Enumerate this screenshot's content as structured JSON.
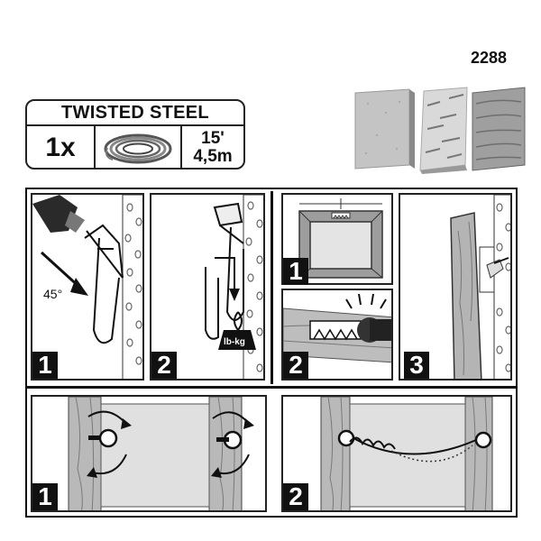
{
  "product_code": "2288",
  "spec": {
    "title": "TWISTED STEEL",
    "quantity": "1x",
    "length_imperial": "15'",
    "length_metric": "4,5m"
  },
  "top_steps": [
    {
      "number": "1",
      "angle_label": "45°",
      "weight_label": ""
    },
    {
      "number": "2",
      "angle_label": "",
      "weight_label": "lb-kg"
    },
    {
      "number": "1"
    },
    {
      "number": "2"
    },
    {
      "number": "3"
    }
  ],
  "bottom_steps": [
    {
      "number": "1"
    },
    {
      "number": "2"
    }
  ],
  "colors": {
    "ink": "#111111",
    "board_gray": "#c6c6c6",
    "wood": "#b9b9b9",
    "canvas": "#e0e0e0"
  },
  "icons": [
    "wire-coil-icon",
    "plaster-sample-icon",
    "wallboard-sample-icon",
    "wood-sample-icon"
  ]
}
